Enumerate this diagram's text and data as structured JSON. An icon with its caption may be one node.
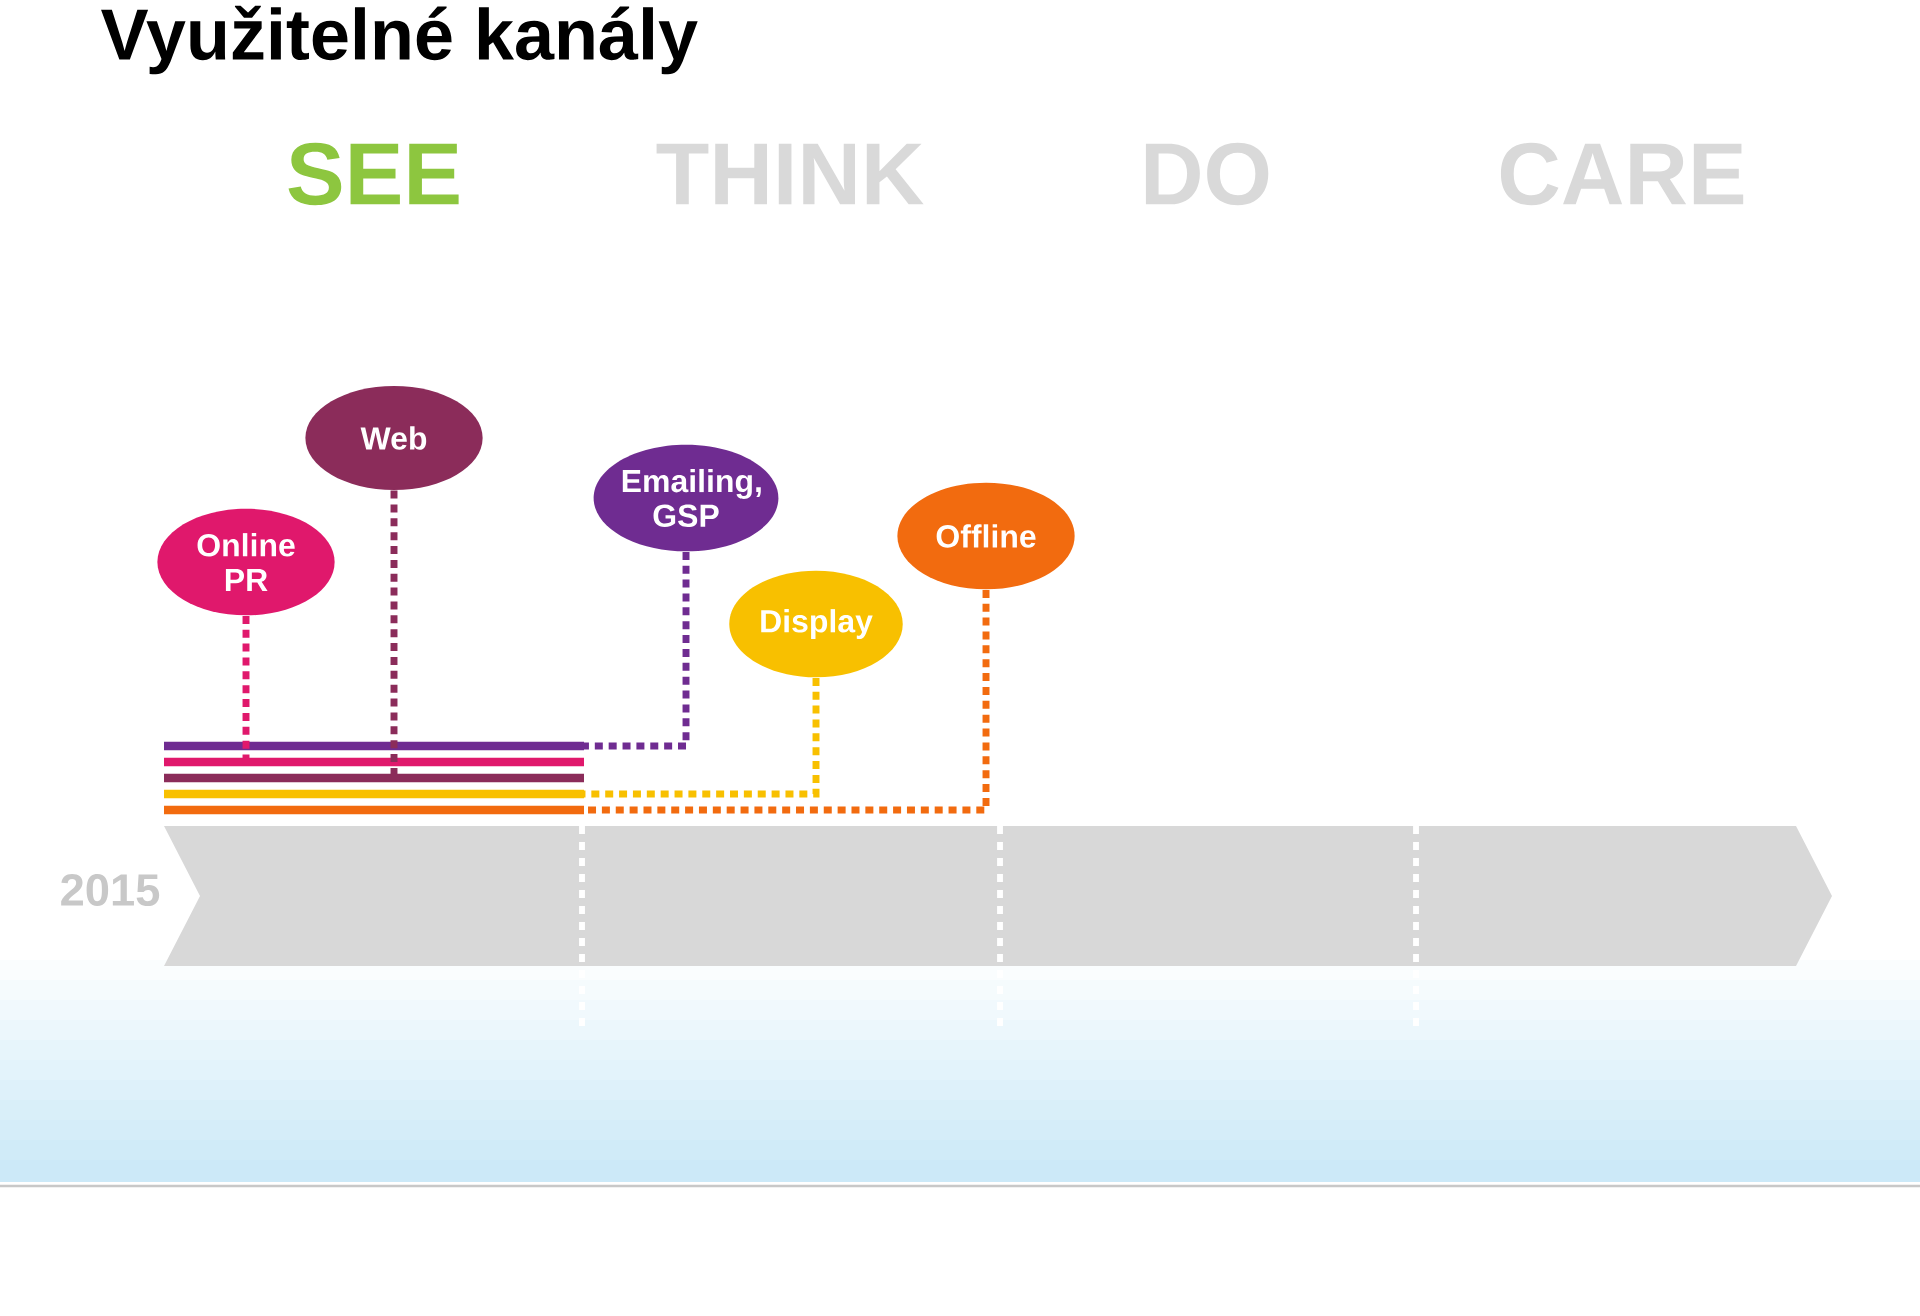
{
  "diagram": {
    "title": "Využitelné kanály",
    "nodes": [
      {
        "text": [
          "Online PR"
        ]
      },
      {
        "text": [
          "Web"
        ]
      },
      {
        "text": [
          "Emailing, GSP"
        ]
      },
      {
        "text": [
          "Display"
        ]
      },
      {
        "text": [
          "Offline"
        ]
      }
    ],
    "edges": [
      {
        "from": 0,
        "to": null,
        "arrow": "none",
        "style": "dashed",
        "color": "#e0186c"
      },
      {
        "from": 1,
        "to": null,
        "arrow": "none",
        "style": "dashed",
        "color": "#8b2c5a"
      },
      {
        "from": 2,
        "to": null,
        "arrow": "none",
        "style": "dashed",
        "color": "#6f2c91"
      },
      {
        "from": 3,
        "to": null,
        "arrow": "none",
        "style": "dashed",
        "color": "#f8c000"
      },
      {
        "from": 4,
        "to": null,
        "arrow": "none",
        "style": "dashed",
        "color": "#f26b0f"
      }
    ],
    "labels": [
      "SEE",
      "THINK",
      "DO",
      "CARE",
      "2015"
    ]
  }
}
